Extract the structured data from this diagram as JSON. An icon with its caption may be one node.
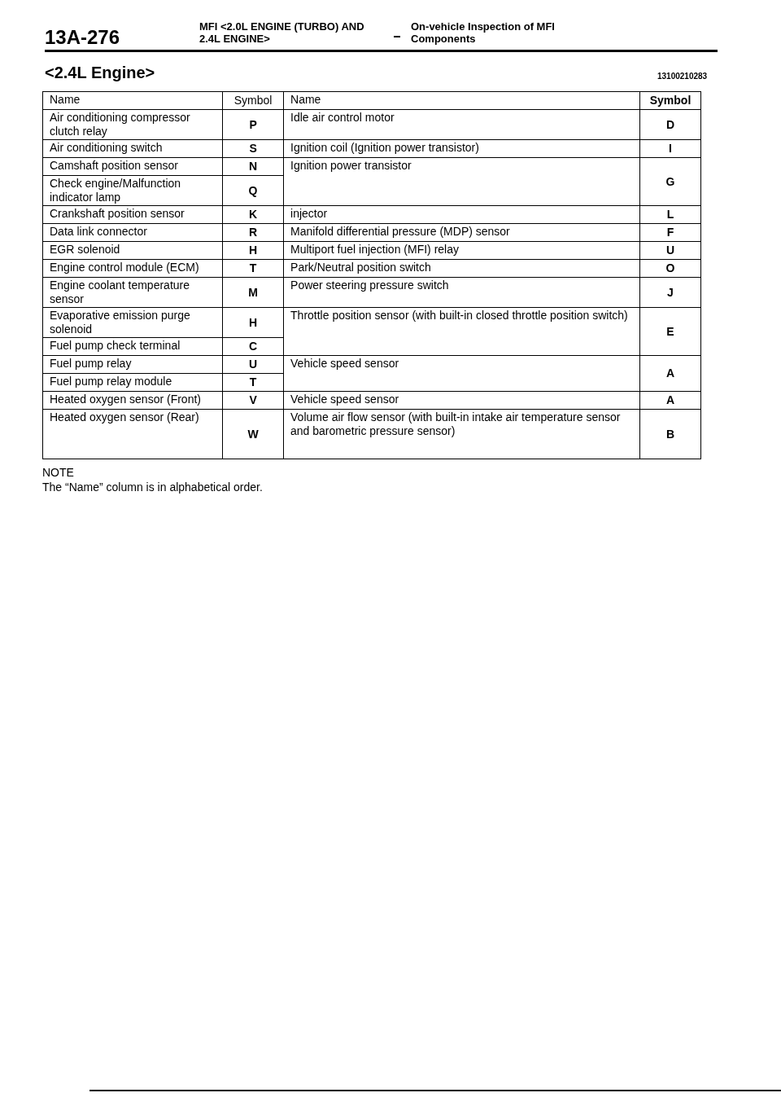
{
  "diagram": {
    "labels": [
      "13A-276",
      "MFI <2.0L ENGINE (TURBO) AND 2.4L ENGINE>",
      "On-vehicle Inspection of MFI Components",
      "<2.4L Engine>",
      "13100210283",
      "Name",
      "Symbol",
      "Name",
      "Symbol",
      "Air conditioning compressor clutch relay",
      "P",
      "Idle air control motor",
      "D",
      "Air conditioning switch",
      "S",
      "Ignition coil (Ignition power transistor)",
      "I",
      "Camshaft position sensor",
      "N",
      "Ignition power transistor",
      "G",
      "Check engine/Malfunction indicator lamp",
      "Q",
      "Crankshaft position sensor",
      "K",
      "injector",
      "L",
      "Data link connector",
      "R",
      "Manifold differential pressure (MDP) sensor",
      "F",
      "EGR solenoid",
      "H",
      "Multiport fuel injection (MFI) relay",
      "U",
      "Engine control module (ECM)",
      "T",
      "Park/Neutral position switch",
      "O",
      "Engine coolant temperature sensor",
      "M",
      "Power steering pressure switch",
      "J",
      "Evaporative emission purge solenoid",
      "H",
      "Throttle position sensor (with built-in closed throttle position switch)",
      "E",
      "Fuel pump check terminal",
      "C",
      "Fuel pump relay",
      "U",
      "Vehicle speed sensor",
      "A",
      "Fuel pump relay module",
      "T",
      "Heated oxygen sensor (Front)",
      "V",
      "Vehicle speed sensor",
      "A",
      "Heated oxygen sensor (Rear)",
      "W",
      "Volume air flow sensor (with built-in intake air temperature sensor and barometric pressure sensor)",
      "B",
      "NOTE",
      "The “Name” column is in alphabetical order."
    ]
  }
}
